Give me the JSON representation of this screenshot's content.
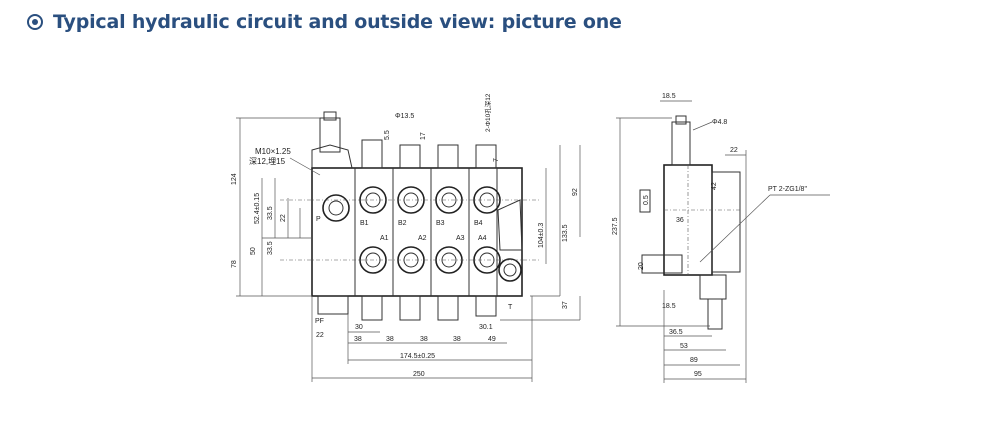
{
  "heading": {
    "title": "Typical hydraulic circuit and outside view: picture one",
    "icon": "radio-selected-icon",
    "color": "#2a4f7f"
  },
  "front_view": {
    "thread_label_1": "M10×1.25",
    "thread_label_2": "深12,埋15",
    "port_p": "P",
    "port_pf": "PF",
    "port_t": "T",
    "b_ports": [
      "B1",
      "B2",
      "B3",
      "B4"
    ],
    "a_ports": [
      "A1",
      "A2",
      "A3",
      "A4"
    ],
    "top_dims": [
      "Φ13.5",
      "5.5",
      "17",
      "7",
      "2-Φ10孔深12"
    ],
    "left_dims": [
      "124",
      "78",
      "52.4±0.15",
      "33.5",
      "22",
      "50",
      "33.5"
    ],
    "right_dims": [
      "92",
      "104±0.3",
      "133.5",
      "37"
    ],
    "bottom_dims": {
      "d30": "30",
      "d22": "22",
      "d30_1": "30.1",
      "spacing": [
        "38",
        "38",
        "38",
        "38",
        "49"
      ],
      "pitch": "174.5±0.25",
      "total": "250"
    }
  },
  "side_view": {
    "dims": [
      "18.5",
      "Φ4.8",
      "22",
      "42",
      "36",
      "0.5",
      "237.5",
      "20",
      "18.5",
      "36.5",
      "53",
      "89",
      "95"
    ],
    "port_label": "PT 2-ZG1/8\""
  }
}
